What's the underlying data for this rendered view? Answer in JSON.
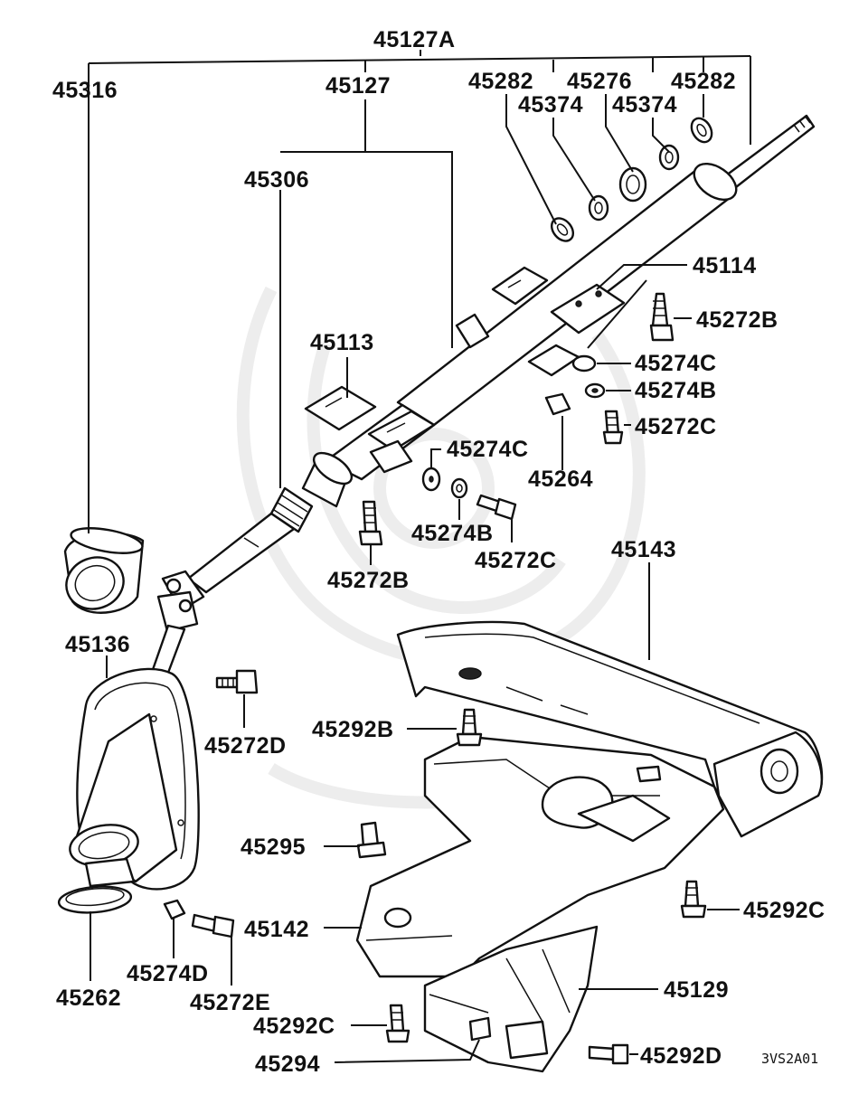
{
  "diagram": {
    "labels": {
      "l45127A": "45127A",
      "l45316": "45316",
      "l45127": "45127",
      "l45282a": "45282",
      "l45276": "45276",
      "l45282b": "45282",
      "l45374a": "45374",
      "l45374b": "45374",
      "l45306": "45306",
      "l45114": "45114",
      "l45272B_a": "45272B",
      "l45113": "45113",
      "l45274C_a": "45274C",
      "l45274B_a": "45274B",
      "l45272C_a": "45272C",
      "l45274C_b": "45274C",
      "l45264": "45264",
      "l45274B_b": "45274B",
      "l45272C_b": "45272C",
      "l45272B_b": "45272B",
      "l45143": "45143",
      "l45136": "45136",
      "l45272D": "45272D",
      "l45292B": "45292B",
      "l45295": "45295",
      "l45292C_a": "45292C",
      "l45142": "45142",
      "l45274D": "45274D",
      "l45272E": "45272E",
      "l45262": "45262",
      "l45129": "45129",
      "l45292C_b": "45292C",
      "l45294": "45294",
      "l45292D": "45292D"
    },
    "code": "3VS2A01"
  }
}
